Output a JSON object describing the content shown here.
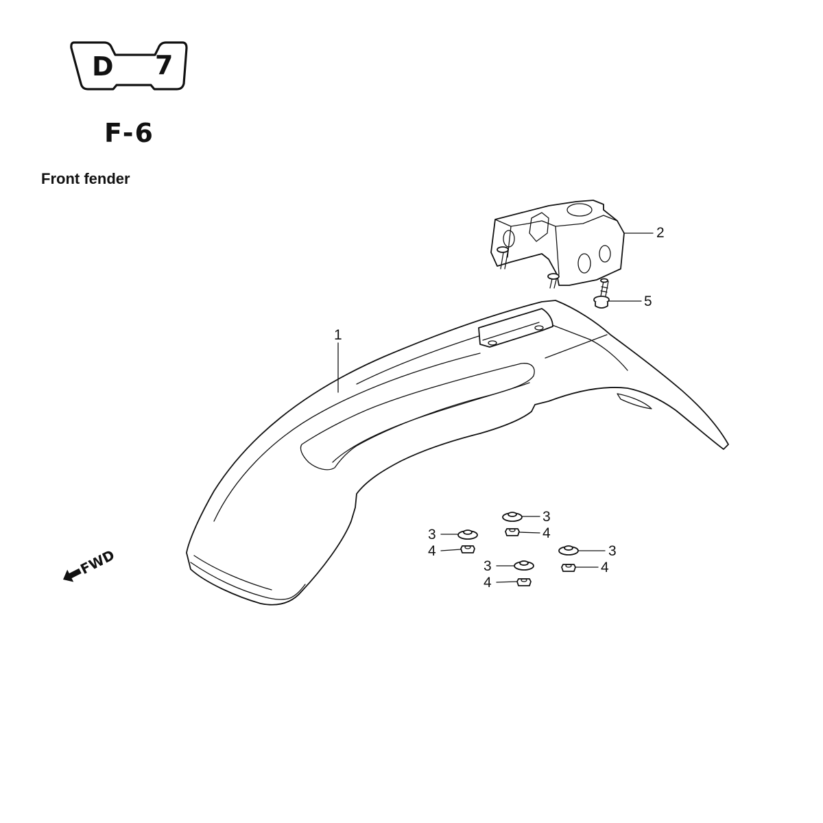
{
  "header": {
    "badge_left": "D",
    "badge_right": "7",
    "section_code": "F-6",
    "title": "Front fender"
  },
  "direction": {
    "label": "FWD"
  },
  "callouts": [
    {
      "id": "c1",
      "number": "1"
    },
    {
      "id": "c2",
      "number": "2"
    },
    {
      "id": "c5",
      "number": "5"
    },
    {
      "id": "c3a",
      "number": "3"
    },
    {
      "id": "c4a",
      "number": "4"
    },
    {
      "id": "c3b",
      "number": "3"
    },
    {
      "id": "c4b",
      "number": "4"
    },
    {
      "id": "c3c",
      "number": "3"
    },
    {
      "id": "c4c",
      "number": "4"
    },
    {
      "id": "c3d",
      "number": "3"
    },
    {
      "id": "c4d",
      "number": "4"
    }
  ]
}
